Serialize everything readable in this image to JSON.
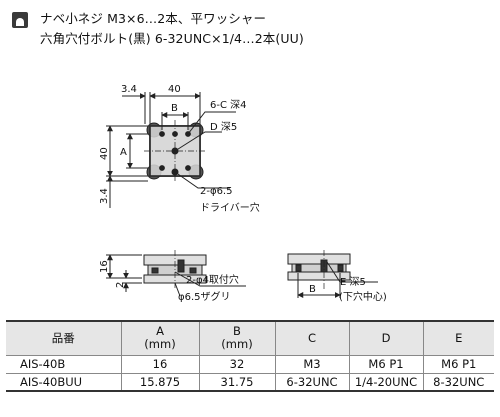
{
  "note": {
    "icon": "document-note-icon",
    "line1": "ナベ小ネジ M3×6…2本、平ワッシャー",
    "line2": "六角穴付ボルト(黒) 6-32UNC×1/4…2本(UU)"
  },
  "drawing": {
    "top_view": {
      "dim_offset_top": "3.4",
      "dim_width": "40",
      "dim_b": "B",
      "callout_tap": "6-C 深4",
      "callout_d": "D 深5",
      "dim_height": "40",
      "dim_a": "A",
      "dim_offset_left": "3.4",
      "callout_hole": "2-φ6.5",
      "callout_driver": "ドライバー穴"
    },
    "side_view": {
      "dim_height": "16",
      "dim_offset": "2",
      "callout_hole": "2-φ4取付穴",
      "callout_counterbore": "φ6.5ザグリ"
    },
    "bottom_view": {
      "callout_e": "E 深5",
      "callout_center": "(下穴中心)",
      "dim_b": "B"
    }
  },
  "table": {
    "headers": [
      {
        "label": "品番",
        "unit": ""
      },
      {
        "label": "A",
        "unit": "(mm)"
      },
      {
        "label": "B",
        "unit": "(mm)"
      },
      {
        "label": "C",
        "unit": ""
      },
      {
        "label": "D",
        "unit": ""
      },
      {
        "label": "E",
        "unit": ""
      }
    ],
    "rows": [
      [
        "AIS-40B",
        "16",
        "32",
        "M3",
        "M6 P1",
        "M6 P1"
      ],
      [
        "AIS-40BUU",
        "15.875",
        "31.75",
        "6-32UNC",
        "1/4-20UNC",
        "8-32UNC"
      ]
    ]
  }
}
